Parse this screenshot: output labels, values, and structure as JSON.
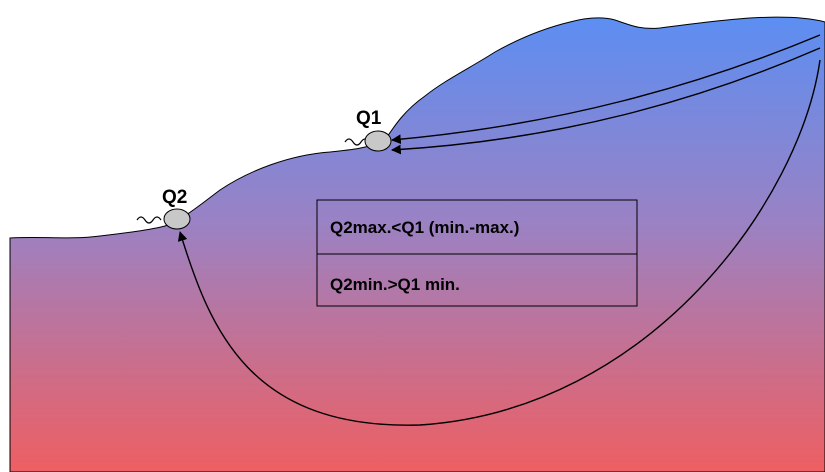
{
  "colors": {
    "terrain_top": "#5c8ef2",
    "terrain_middle": "#9a82c4",
    "terrain_bottom": "#ee5f62",
    "spring_fill": "#c8c8c8",
    "outline": "#000000"
  },
  "springs": {
    "q1": {
      "label": "Q1"
    },
    "q2": {
      "label": "Q2"
    }
  },
  "conditions": {
    "row1": "Q2max.<Q1 (min.-max.)",
    "row2": "Q2min.>Q1 min."
  },
  "flow_paths": [
    {
      "from": "recharge-area",
      "to": "Q1",
      "count": 2,
      "shape": "shallow"
    },
    {
      "from": "recharge-area",
      "to": "Q2",
      "count": 1,
      "shape": "deep"
    }
  ]
}
